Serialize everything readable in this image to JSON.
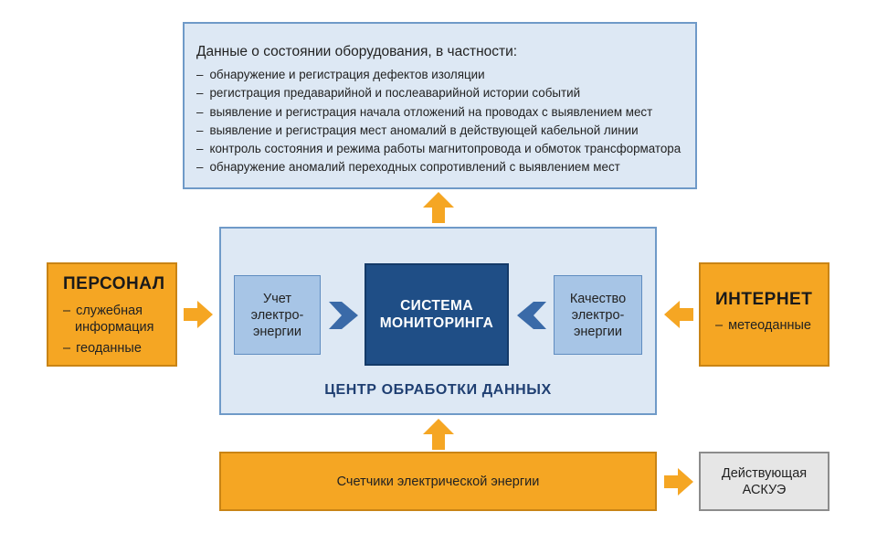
{
  "top_box": {
    "title": "Данные о состоянии оборудования, в частности:",
    "items": [
      "обнаружение и регистрация дефектов изоляции",
      "регистрация предаварийной и послеаварийной истории событий",
      "выявление и регистрация начала отложений на проводах с выявлением мест",
      "выявление и регистрация мест аномалий в действующей кабельной линии",
      "контроль состояния и режима работы магнитопровода и обмоток трансформатора",
      "обнаружение аномалий переходных сопротивлений с выявлением мест"
    ]
  },
  "center": {
    "title": "ЦЕНТР ОБРАБОТКИ ДАННЫХ",
    "system": "СИСТЕМА\nМОНИТОРИНГА",
    "uchet": "Учет\nэлектро-\nэнергии",
    "kachestvo": "Качество\nэлектро-\nэнергии"
  },
  "personal": {
    "title": "ПЕРСОНАЛ",
    "line1": "служебная",
    "line2": "информация",
    "line3": "геоданные"
  },
  "internet": {
    "title": "ИНТЕРНЕТ",
    "line1": "метеоданные"
  },
  "meters": {
    "label": "Счетчики электрической энергии"
  },
  "askue": {
    "label": "Действующая\nАСКУЭ"
  },
  "dash": "–",
  "colors": {
    "light_blue_fill": "#dde8f4",
    "mid_blue_fill": "#a7c5e6",
    "dark_blue_fill": "#1f4e86",
    "orange_fill": "#f5a623",
    "arrow_blue": "#3a6aa8",
    "grey_fill": "#e6e6e6"
  }
}
